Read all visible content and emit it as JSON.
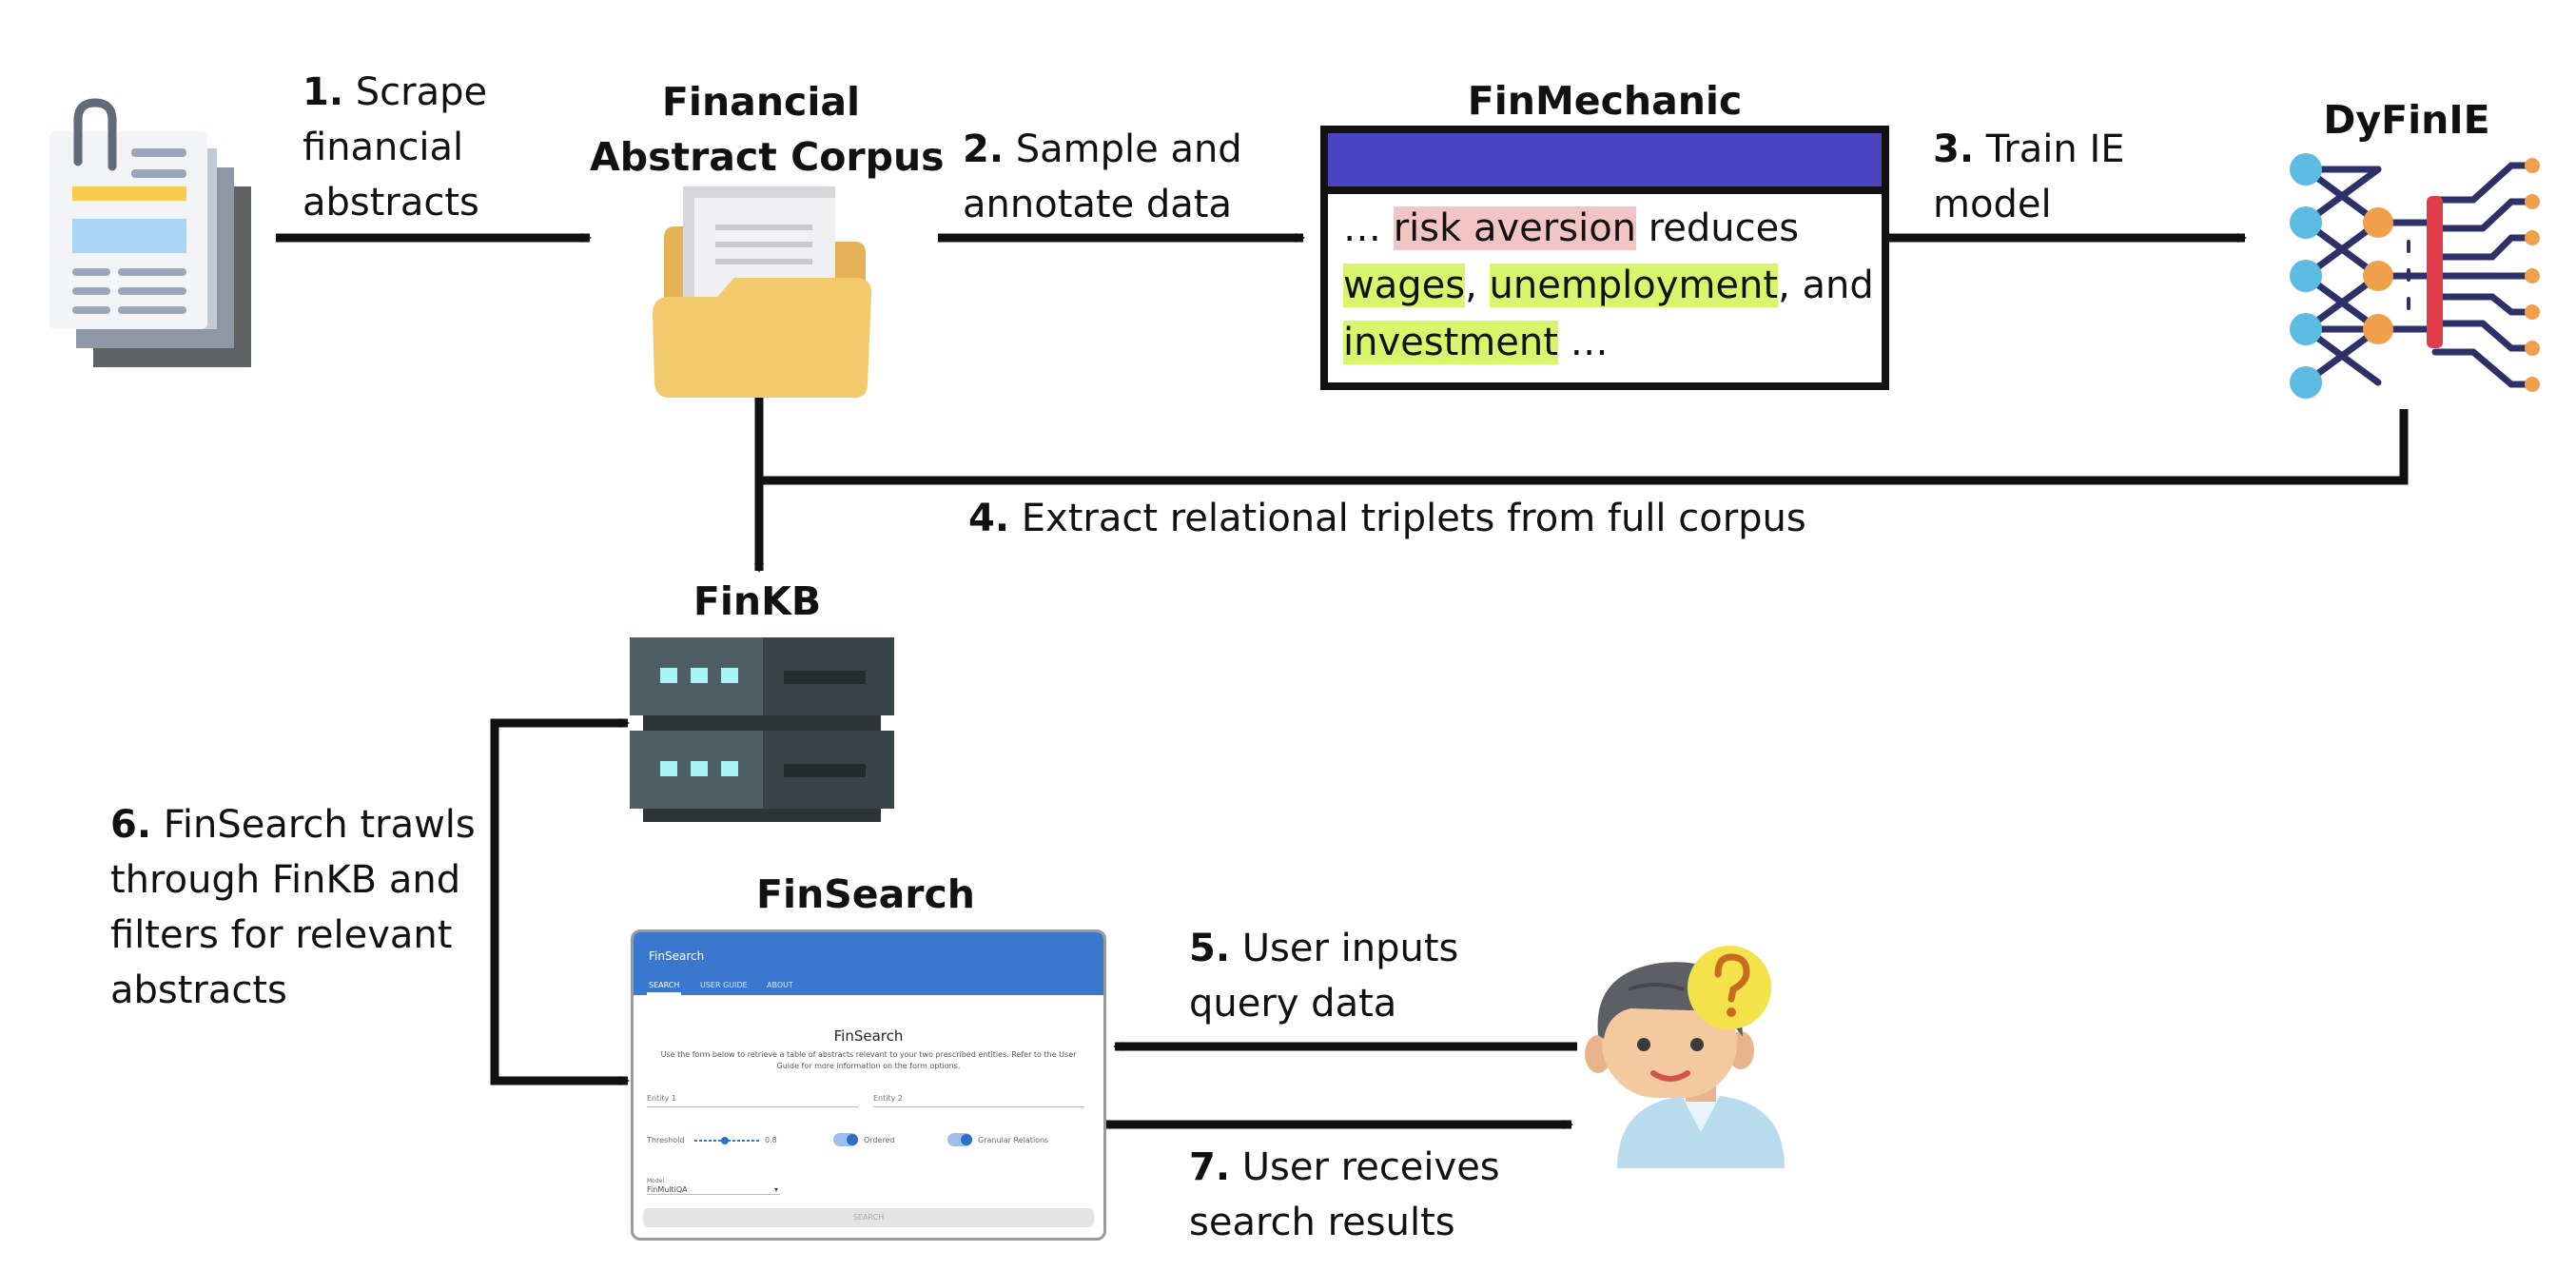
{
  "nodes": {
    "corpus_title_line1": "Financial",
    "corpus_title_line2": "Abstract Corpus",
    "finmechanic_title": "FinMechanic",
    "dyfinie_title": "DyFinIE",
    "finkb_title": "FinKB",
    "finsearch_title": "FinSearch"
  },
  "finmechanic_text": {
    "line1_prefix": "… ",
    "line1_hl": "risk aversion",
    "line1_suffix": " reduces",
    "line2_hl1": "wages",
    "line2_mid": ", ",
    "line2_hl2": "unemployment",
    "line2_suffix": ", and",
    "line3_hl": "investment",
    "line3_suffix": " …"
  },
  "steps": {
    "s1_num": "1.",
    "s1_line1": "Scrape",
    "s1_line2": "financial",
    "s1_line3": "abstracts",
    "s2_num": "2.",
    "s2_line1": "Sample and",
    "s2_line2": "annotate data",
    "s3_num": "3.",
    "s3_line1": "Train IE",
    "s3_line2": "model",
    "s4_num": "4.",
    "s4_text": "Extract relational triplets from full corpus",
    "s5_num": "5.",
    "s5_line1": "User inputs",
    "s5_line2": "query data",
    "s6_num": "6.",
    "s6_line1": "FinSearch trawls",
    "s6_line2": "through FinKB and",
    "s6_line3": "filters for relevant",
    "s6_line4": "abstracts",
    "s7_num": "7.",
    "s7_line1": "User receives",
    "s7_line2": "search results"
  },
  "finsearch_app": {
    "bar_title": "FinSearch",
    "tabs": [
      "SEARCH",
      "USER GUIDE",
      "ABOUT"
    ],
    "heading": "FinSearch",
    "description": "Use the form below to retrieve a table of abstracts relevant to your two prescribed entities. Refer to the User Guide for more information on the form options.",
    "entity1_label": "Entity 1",
    "entity2_label": "Entity 2",
    "threshold_label": "Threshold",
    "threshold_value": "0.8",
    "ordered_label": "Ordered",
    "granular_label": "Granular Relations",
    "model_label": "Model",
    "model_value": "FinMultiQA",
    "search_button": "SEARCH"
  },
  "colors": {
    "arrow": "#111111",
    "finmechanic_header": "#4a44c0",
    "highlight_red": "#f2c4c4",
    "highlight_green": "#d8f56c",
    "folder": "#f1c96c",
    "server_dark": "#3a4446",
    "server_light": "#4e5e62",
    "server_led": "#a8f2f8",
    "nn_blue": "#5bbbe0",
    "nn_orange": "#f0a04a",
    "nn_red": "#e23b4a",
    "nn_navy": "#2e3168",
    "finsearch_bar": "#3a78d0",
    "question_bubble": "#f3e24a"
  },
  "icons": {
    "documents": "document-stack-icon",
    "corpus": "folder-icon",
    "dyfinie": "neural-network-icon",
    "finkb": "database-server-icon",
    "user": "confused-user-icon"
  }
}
